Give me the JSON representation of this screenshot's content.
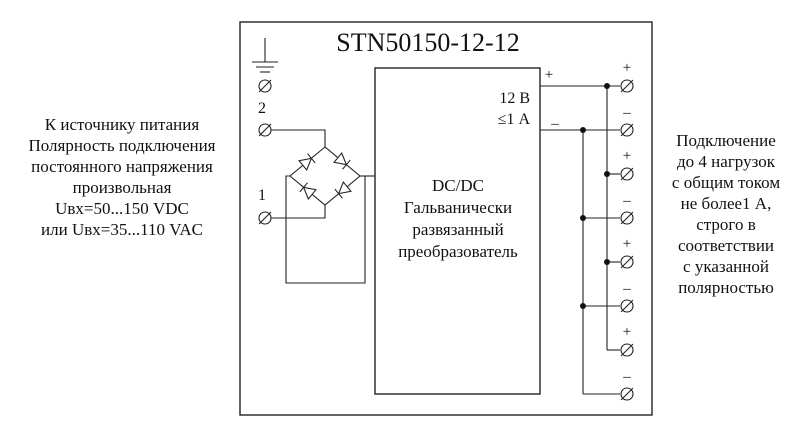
{
  "title": "STN50150-12-12",
  "left_text": [
    "К источнику питания",
    "Полярность подключения",
    "постоянного напряжения",
    "произвольная",
    "Uвх=50...150 VDC",
    "или Uвх=35...110 VAC"
  ],
  "right_text": [
    "Подключение",
    "до 4 нагрузок",
    "с общим током",
    "не более1 А,",
    "строго в",
    "соответствии",
    "с указанной",
    "полярностью"
  ],
  "block_text": [
    "DC/DC",
    "Гальванически",
    "развязанный",
    "преобразователь"
  ],
  "output_voltage": "12 В",
  "output_current": "≤1 А",
  "out_plus_label": "+",
  "out_minus_label": "–",
  "input_terminal_2": "2",
  "input_terminal_1": "1",
  "terminal_signs": [
    "+",
    "–",
    "+",
    "–",
    "+",
    "–",
    "+",
    "–"
  ]
}
